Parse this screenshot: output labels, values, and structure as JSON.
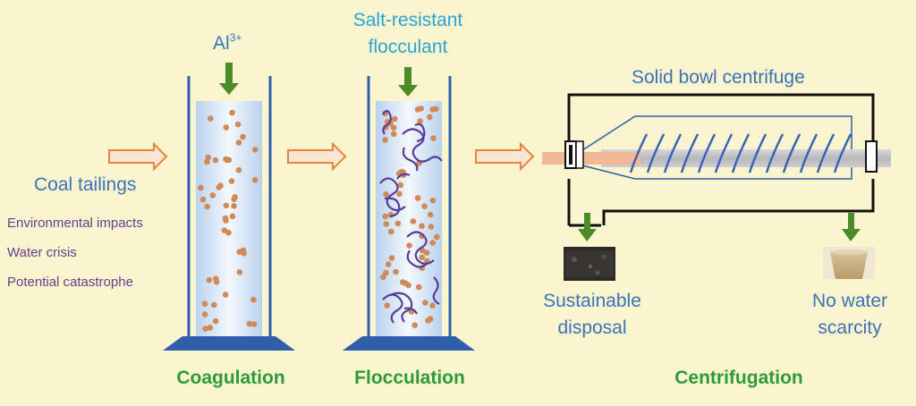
{
  "inputs": {
    "coagulant_base": "Al",
    "coagulant_sup": "3+",
    "flocculant_line1": "Salt-resistant",
    "flocculant_line2": "flocculant"
  },
  "source": {
    "label": "Coal tailings",
    "issues": [
      "Environmental impacts",
      "Water crisis",
      "Potential catastrophe"
    ]
  },
  "stages": {
    "coagulation": "Coagulation",
    "flocculation": "Flocculation",
    "centrifugation": "Centrifugation"
  },
  "centrifuge": {
    "title": "Solid bowl centrifuge",
    "solid_output_line1": "Sustainable",
    "solid_output_line2": "disposal",
    "water_output_line1": "No water",
    "water_output_line2": "scarcity"
  },
  "colors": {
    "background": "#fbf5cf",
    "arrow_orange": "#e8843a",
    "arrow_green": "#4a8c2a",
    "column_blue": "#2e5fa8",
    "particle": "#d08a58",
    "polymer": "#5a3c9a",
    "auger": "#3a62b5"
  }
}
